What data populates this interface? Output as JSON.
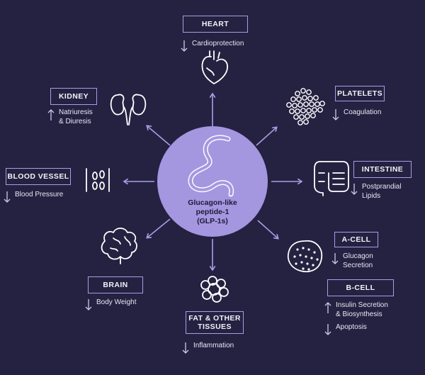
{
  "center": {
    "label": "Glucagon-like\npeptide-1\n(GLP-1s)"
  },
  "organs": {
    "heart": {
      "title": "HEART",
      "effects": [
        {
          "direction": "down",
          "text": "Cardioprotection"
        }
      ],
      "icon": "heart-icon"
    },
    "platelets": {
      "title": "PLATELETS",
      "effects": [
        {
          "direction": "down",
          "text": "Coagulation"
        }
      ],
      "icon": "platelets-icon"
    },
    "intestine": {
      "title": "INTESTINE",
      "effects": [
        {
          "direction": "down",
          "text": "Postprandial\nLipids"
        }
      ],
      "icon": "intestine-icon"
    },
    "a_cell": {
      "title": "A-CELL",
      "effects": [
        {
          "direction": "down",
          "text": "Glucagon\nSecretion"
        }
      ],
      "icon": "a-cell-icon"
    },
    "b_cell": {
      "title": "B-CELL",
      "effects": [
        {
          "direction": "up",
          "text": "Insulin Secretion\n& Biosynthesis"
        },
        {
          "direction": "down",
          "text": "Apoptosis"
        }
      ]
    },
    "fat": {
      "title": "FAT & OTHER\nTISSUES",
      "effects": [
        {
          "direction": "down",
          "text": "Inflammation"
        }
      ],
      "icon": "fat-cells-icon"
    },
    "brain": {
      "title": "BRAIN",
      "effects": [
        {
          "direction": "down",
          "text": "Body Weight"
        }
      ],
      "icon": "brain-icon"
    },
    "blood_vessel": {
      "title": "BLOOD VESSEL",
      "effects": [
        {
          "direction": "down",
          "text": "Blood Pressure"
        }
      ],
      "icon": "blood-vessel-icon"
    },
    "kidney": {
      "title": "KIDNEY",
      "effects": [
        {
          "direction": "up",
          "text": "Natriuresis\n& Diuresis"
        }
      ],
      "icon": "kidney-icon"
    }
  },
  "colors": {
    "background": "#252141",
    "accent": "#a99de6",
    "center_fill": "#a596e0",
    "icon_stroke": "#ffffff"
  }
}
